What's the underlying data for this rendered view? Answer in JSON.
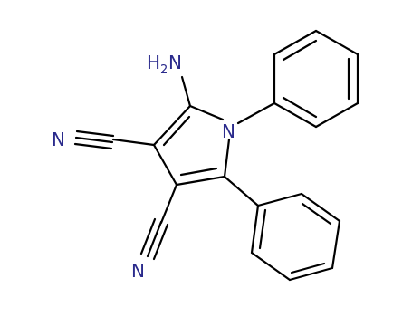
{
  "molecule": {
    "atoms": {
      "amino_h": "H",
      "amino_sub": "2",
      "amino_n": "N",
      "ring_n": "N",
      "nitrile_n_upper": "N",
      "nitrile_n_lower": "N"
    }
  },
  "colors": {
    "bond": "#000000",
    "heteroatom": "#2a2a8c",
    "background": "#ffffff"
  }
}
